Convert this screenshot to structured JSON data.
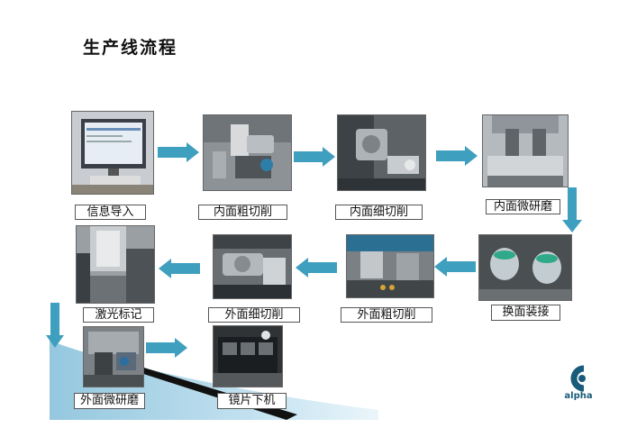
{
  "title": "生产线流程",
  "steps": [
    {
      "label": "信息导入"
    },
    {
      "label": "内面粗切削"
    },
    {
      "label": "内面细切削"
    },
    {
      "label": "内面微研磨"
    },
    {
      "label": "换面装接"
    },
    {
      "label": "外面粗切削"
    },
    {
      "label": "外面细切削"
    },
    {
      "label": "激光标记"
    },
    {
      "label": "外面微研磨"
    },
    {
      "label": "镜片下机"
    }
  ],
  "logo": {
    "text": "alpha"
  },
  "colors": {
    "arrow": "#3f9fbf",
    "accent": "#1a5b7a",
    "deco": "#4aa0c8"
  }
}
